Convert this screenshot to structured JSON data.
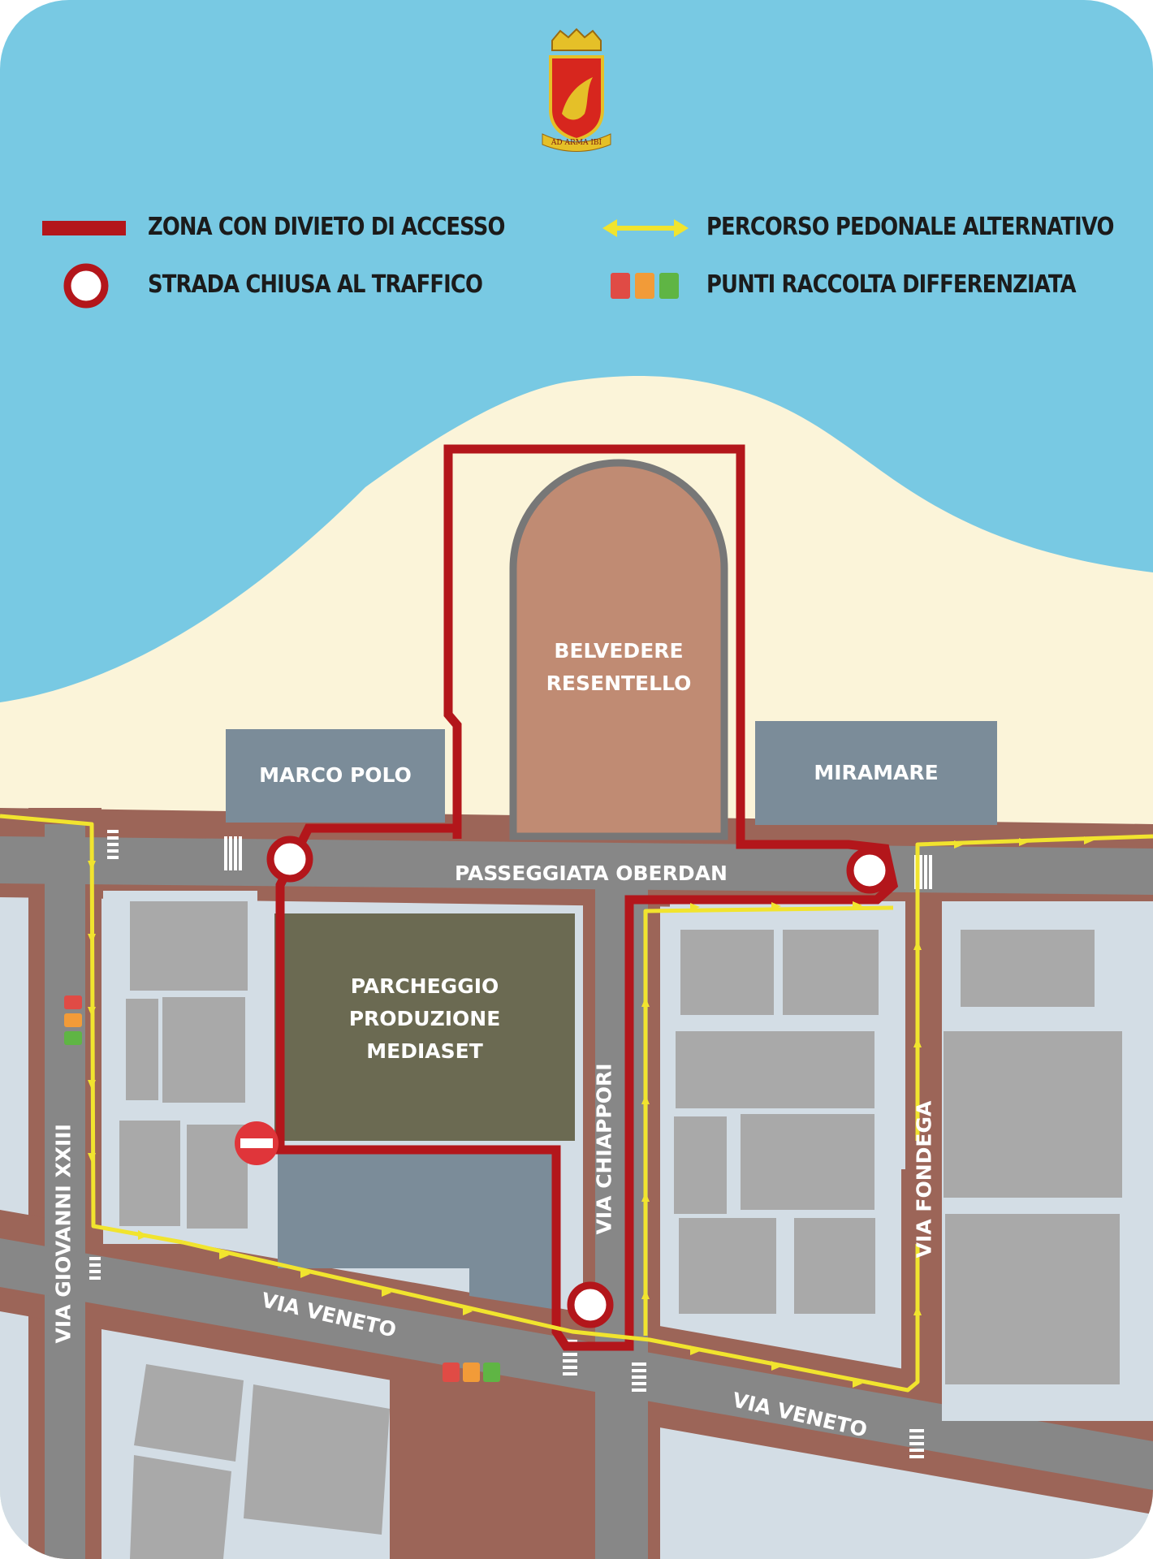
{
  "emblem": {
    "motto": "AD ARMA IBI"
  },
  "legend": {
    "restricted_zone": "ZONA CON DIVIETO DI ACCESSO",
    "road_closed": "STRADA CHIUSA AL TRAFFICO",
    "pedestrian_route": "PERCORSO PEDONALE ALTERNATIVO",
    "recycling_points": "PUNTI RACCOLTA DIFFERENZIATA"
  },
  "places": {
    "belvedere": "BELVEDERE\nRESENTELLO",
    "marco_polo": "MARCO POLO",
    "miramare": "MIRAMARE",
    "parking": "PARCHEGGIO\nPRODUZIONE\nMEDIASET"
  },
  "streets": {
    "oberdan": "PASSEGGIATA OBERDAN",
    "chiappori": "VIA CHIAPPORI",
    "fondega": "VIA FONDEGA",
    "giovanni": "VIA GIOVANNI XXIII",
    "veneto_left": "VIA VENETO",
    "veneto_right": "VIA VENETO"
  },
  "colors": {
    "sea": "#78c9e3",
    "sand": "#fbf4d9",
    "city": "#d3dde5",
    "sidewalk": "#9c6558",
    "road": "#878787",
    "building": "#a9a9a9",
    "block_dark": "#7b8c99",
    "parking": "#6b6a52",
    "belvedere": "#c08b73",
    "zone_red": "#b3161b",
    "route_yellow": "#f1e42e",
    "bin_red": "#e04b45",
    "bin_orange": "#f29b38",
    "bin_green": "#5fb544"
  }
}
